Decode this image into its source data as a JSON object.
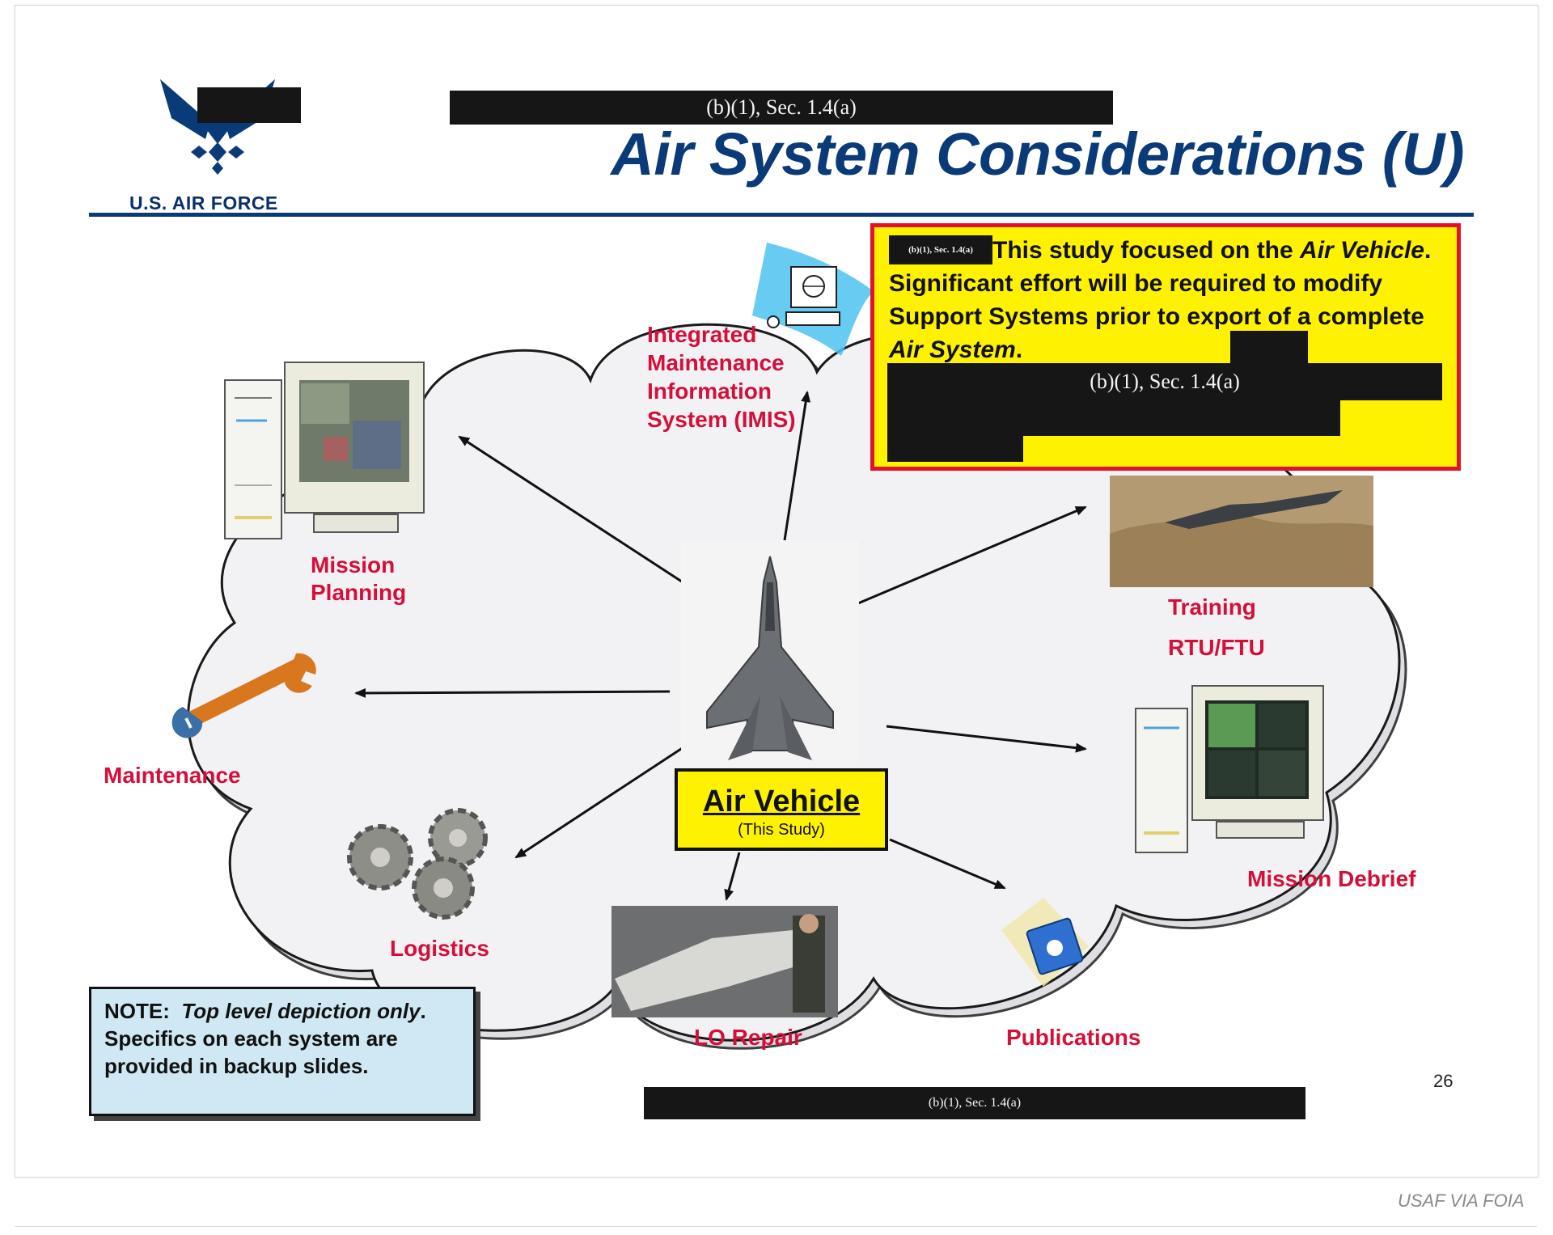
{
  "header": {
    "title": "Air System Considerations (U)",
    "logo_text": "U.S. AIR FORCE",
    "classification_banner": "(b)(1), Sec. 1.4(a)"
  },
  "nodes": {
    "imis": [
      "Integrated",
      "Maintenance",
      "Information",
      "System (IMIS)"
    ],
    "mission_planning": [
      "Mission",
      "Planning"
    ],
    "training": [
      "Training",
      "RTU/FTU"
    ],
    "maintenance": "Maintenance",
    "mission_debrief": "Mission Debrief",
    "logistics": "Logistics",
    "lo_repair": "LO Repair",
    "publications": "Publications"
  },
  "center": {
    "title": "Air Vehicle",
    "subtitle": "(This Study)"
  },
  "callout": {
    "redaction_small": "(b)(1), Sec. 1.4(a)",
    "text_a": "This study focused on the ",
    "text_b": "Air Vehicle",
    "text_c": ".   Significant effort will be required to modify Support Systems prior to export of a complete ",
    "text_d": "Air System",
    "text_e": ".",
    "redaction_large": "(b)(1), Sec. 1.4(a)"
  },
  "note": {
    "prefix": "NOTE:  ",
    "italic": "Top level depiction only",
    "text": ".  Specifics on each system are provided in backup slides."
  },
  "footer": {
    "redaction": "(b)(1), Sec. 1.4(a)",
    "page_number": "26",
    "credit": "USAF VIA FOIA"
  },
  "colors": {
    "title_blue": "#0a3a78",
    "label_red": "#d40f3a",
    "callout_yellow": "#fff200",
    "callout_border": "#e3122c",
    "note_blue": "#cfe8f3"
  }
}
